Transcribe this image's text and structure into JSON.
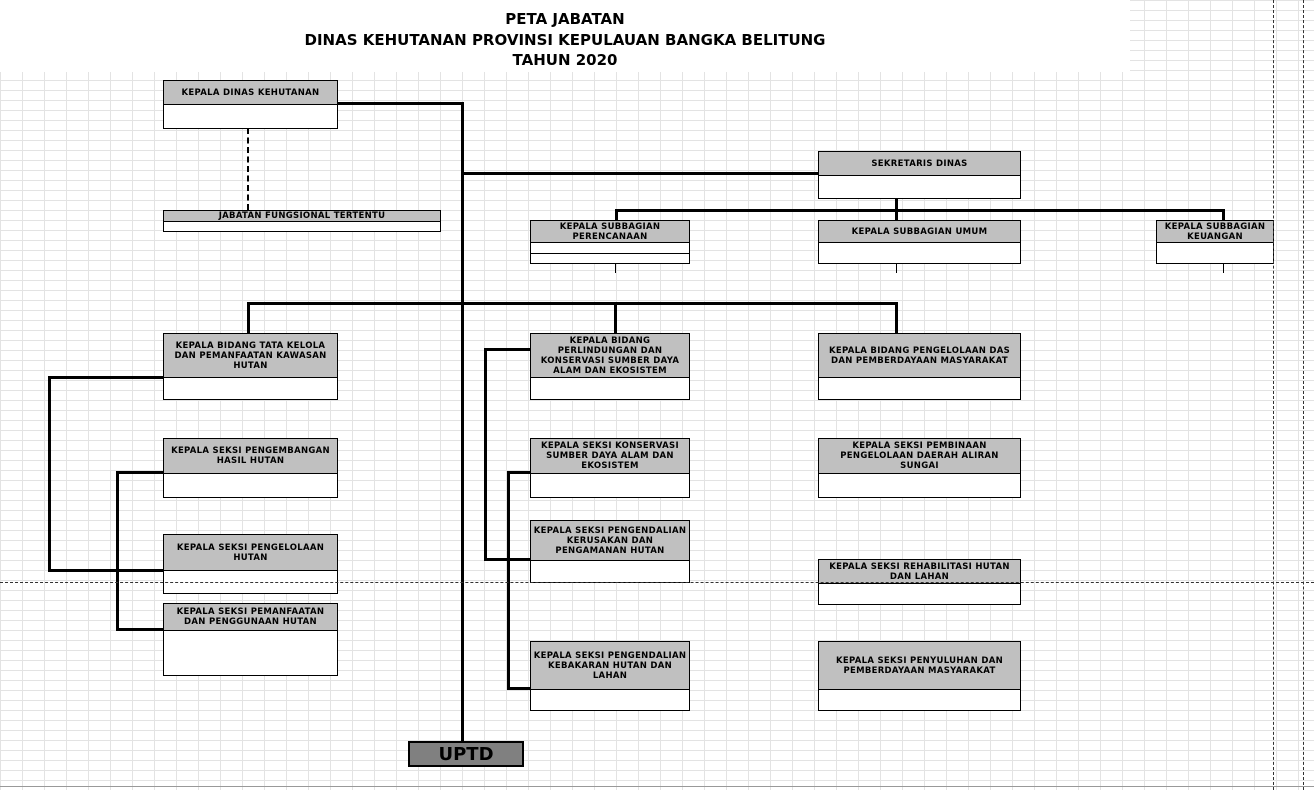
{
  "title": {
    "line1": "PETA JABATAN",
    "line2": "DINAS KEHUTANAN PROVINSI KEPULAUAN BANGKA BELITUNG",
    "line3": "TAHUN 2020"
  },
  "boxes": {
    "kepala_dinas": "KEPALA DINAS KEHUTANAN",
    "jabatan_fungsional": "JABATAN FUNGSIONAL TERTENTU",
    "sekretaris": "SEKRETARIS DINAS",
    "subbag_perencanaan": "KEPALA SUBBAGIAN PERENCANAAN",
    "subbag_umum": "KEPALA SUBBAGIAN UMUM",
    "subbag_keuangan": "KEPALA SUBBAGIAN KEUANGAN",
    "bidang_tata_kelola": "KEPALA BIDANG TATA KELOLA DAN PEMANFAATAN KAWASAN HUTAN",
    "bidang_perlindungan": "KEPALA BIDANG PERLINDUNGAN DAN KONSERVASI SUMBER DAYA ALAM DAN EKOSISTEM",
    "bidang_das": "KEPALA BIDANG PENGELOLAAN DAS DAN PEMBERDAYAAN MASYARAKAT",
    "seksi_pengembangan": "KEPALA SEKSI PENGEMBANGAN HASIL HUTAN",
    "seksi_pengelolaan": "KEPALA SEKSI PENGELOLAAN HUTAN",
    "seksi_pemanfaatan": "KEPALA SEKSI PEMANFAATAN DAN PENGGUNAAN HUTAN",
    "seksi_konservasi": "KEPALA SEKSI KONSERVASI SUMBER DAYA ALAM DAN EKOSISTEM",
    "seksi_kerusakan": "KEPALA SEKSI PENGENDALIAN KERUSAKAN DAN PENGAMANAN HUTAN",
    "seksi_kebakaran": "KEPALA SEKSI PENGENDALIAN KEBAKARAN HUTAN DAN LAHAN",
    "seksi_pembinaan_das": "KEPALA SEKSI PEMBINAAN PENGELOLAAN DAERAH ALIRAN SUNGAI",
    "seksi_rehabilitasi": "KEPALA SEKSI REHABILITASI HUTAN DAN LAHAN",
    "seksi_penyuluhan": "KEPALA SEKSI PENYULUHAN DAN PEMBERDAYAAN MASYARAKAT"
  },
  "uptd": "UPTD",
  "colors": {
    "header_fill": "#c0c0c0",
    "uptd_fill": "#808080",
    "line": "#000000"
  }
}
